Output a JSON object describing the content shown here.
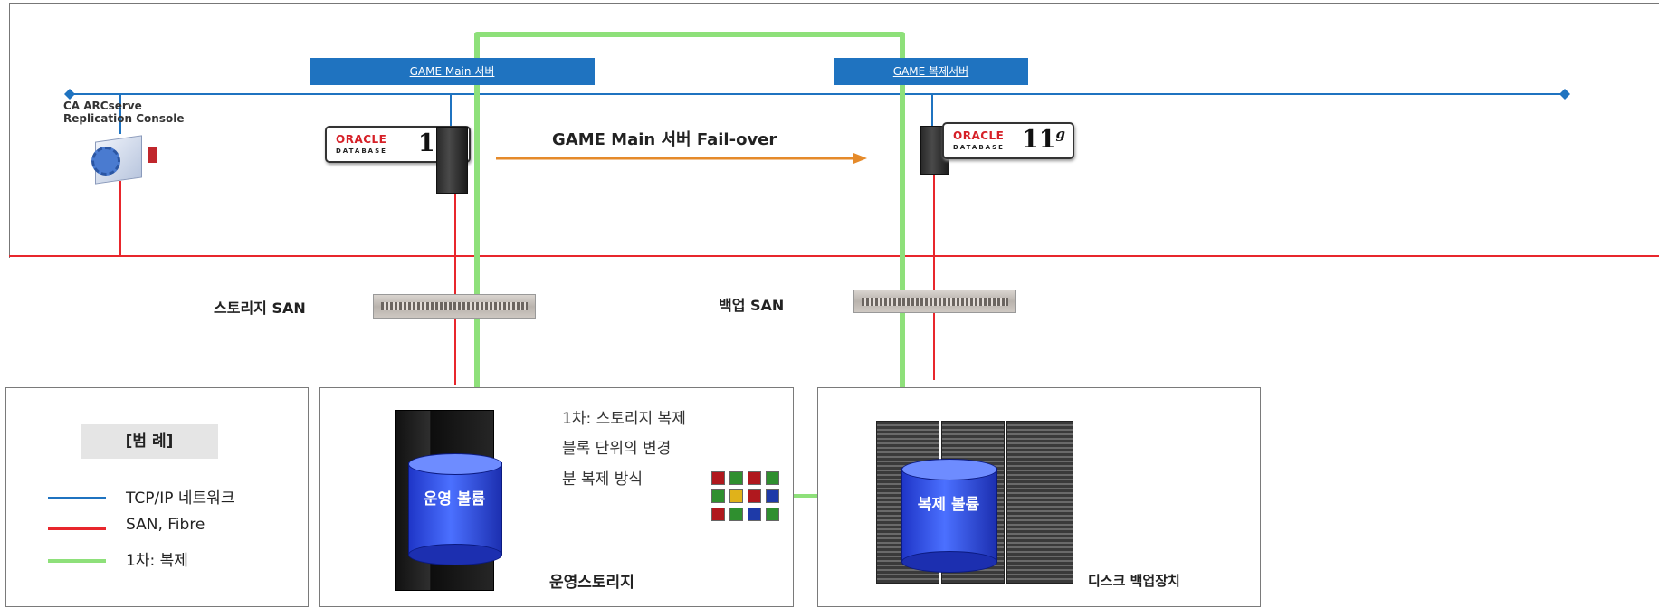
{
  "servers": {
    "main_label": "GAME Main  서버",
    "replica_label": "GAME 복제서버"
  },
  "console_label": "CA ARCserve\nReplication Console",
  "failover_label": "GAME Main 서버 Fail-over",
  "oracle": {
    "word": "ORACLE",
    "db": "DATABASE",
    "version": "11",
    "version_sup": "g"
  },
  "san": {
    "storage": "스토리지 SAN",
    "backup": "백업 SAN"
  },
  "legend": {
    "title": "[범 례]",
    "items": [
      {
        "label": "TCP/IP 네트워크",
        "color": "#1f73c0"
      },
      {
        "label": "SAN, Fibre",
        "color": "#e8262c"
      },
      {
        "label": "1차: 복제",
        "color": "#8ee07a"
      }
    ]
  },
  "storage": {
    "volume_label": "운영 볼륨",
    "caption": "운영스토리지"
  },
  "replication_note": {
    "line1": "1차: 스토리지 복제",
    "line2": "블록 단위의 변경",
    "line3": "분 복제 방식"
  },
  "backup": {
    "volume_label": "복제 볼륨",
    "caption": "디스크 백업장치"
  },
  "colors": {
    "network": "#1f73c0",
    "san": "#e8262c",
    "replication": "#8ee07a",
    "failover": "#e58a2a"
  }
}
